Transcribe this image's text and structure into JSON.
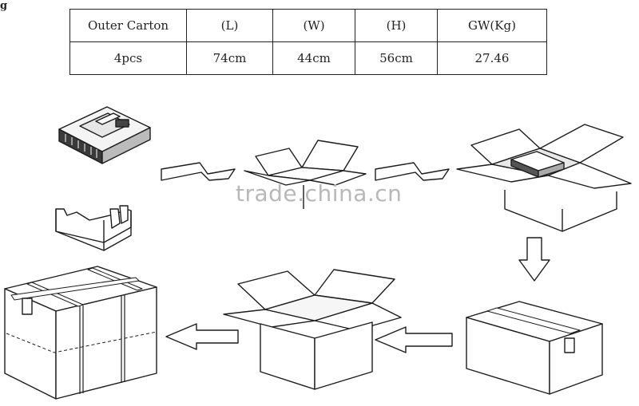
{
  "corner_mark": "g",
  "spec_table": {
    "headers": [
      "Outer Carton",
      "(L)",
      "(W)",
      "(H)",
      "GW(Kg)"
    ],
    "row": [
      "4pcs",
      "74cm",
      "44cm",
      "56cm",
      "27.46"
    ]
  },
  "watermark": "trade.china.cn"
}
